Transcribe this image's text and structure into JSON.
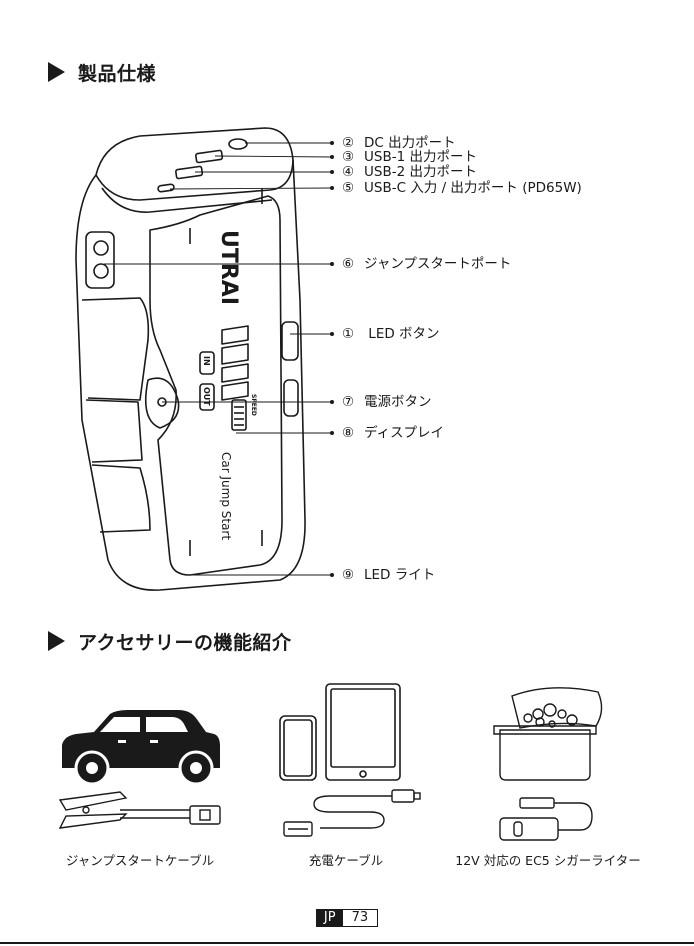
{
  "sections": {
    "spec_title": "製品仕様",
    "accessories_title": "アクセサリーの機能紹介"
  },
  "device": {
    "brand": "UTRAI",
    "side_text": "Car Jump Start",
    "lcd_in": "IN",
    "lcd_out": "OUT",
    "lcd_speed": "SPEED"
  },
  "callouts": [
    {
      "num": "②",
      "label": "DC 出力ポート"
    },
    {
      "num": "③",
      "label": "USB-1 出力ポート"
    },
    {
      "num": "④",
      "label": "USB-2 出力ポート"
    },
    {
      "num": "⑤",
      "label": "USB-C 入力 / 出力ポート (PD65W)"
    },
    {
      "num": "⑥",
      "label": "ジャンプスタートポート"
    },
    {
      "num": "①",
      "label": " LED ボタン"
    },
    {
      "num": "⑦",
      "label": "電源ボタン"
    },
    {
      "num": "⑧",
      "label": "ディスプレイ"
    },
    {
      "num": "⑨",
      "label": "LED ライト"
    }
  ],
  "accessories": [
    {
      "label": "ジャンプスタートケーブル"
    },
    {
      "label": "充電ケーブル"
    },
    {
      "label": "12V 対応の EC5 シガーライター"
    }
  ],
  "footer": {
    "lang": "JP",
    "page": "73"
  }
}
